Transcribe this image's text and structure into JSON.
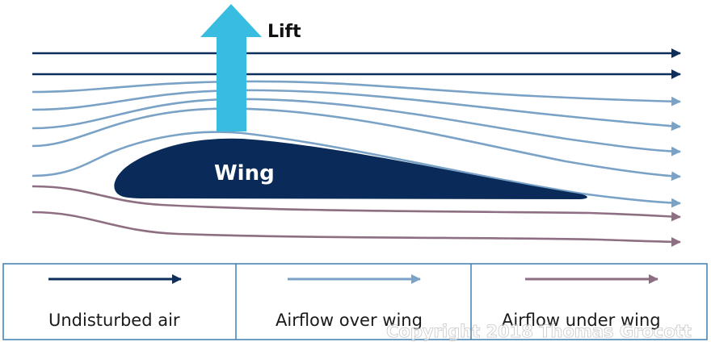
{
  "diagram": {
    "lift_label": "Lift",
    "wing_label": "Wing",
    "legend": [
      {
        "key": "undisturbed",
        "label": "Undisturbed air",
        "color": "#0e2f5c"
      },
      {
        "key": "over",
        "label": "Airflow over wing",
        "color": "#7aa2c6"
      },
      {
        "key": "under",
        "label": "Airflow under wing",
        "color": "#8e6e82"
      }
    ],
    "watermark": "Copyright 2018 Thomas Grocott",
    "colors": {
      "undisturbed": "#0e2f5c",
      "over": "#7aa2c6",
      "under": "#8e6e82",
      "wing": "#0a2b5a",
      "lift_arrow": "#38bde0",
      "legend_border": "#3d7fb0"
    },
    "icons": [
      "lift-arrow-icon",
      "flow-arrow-icon"
    ]
  }
}
